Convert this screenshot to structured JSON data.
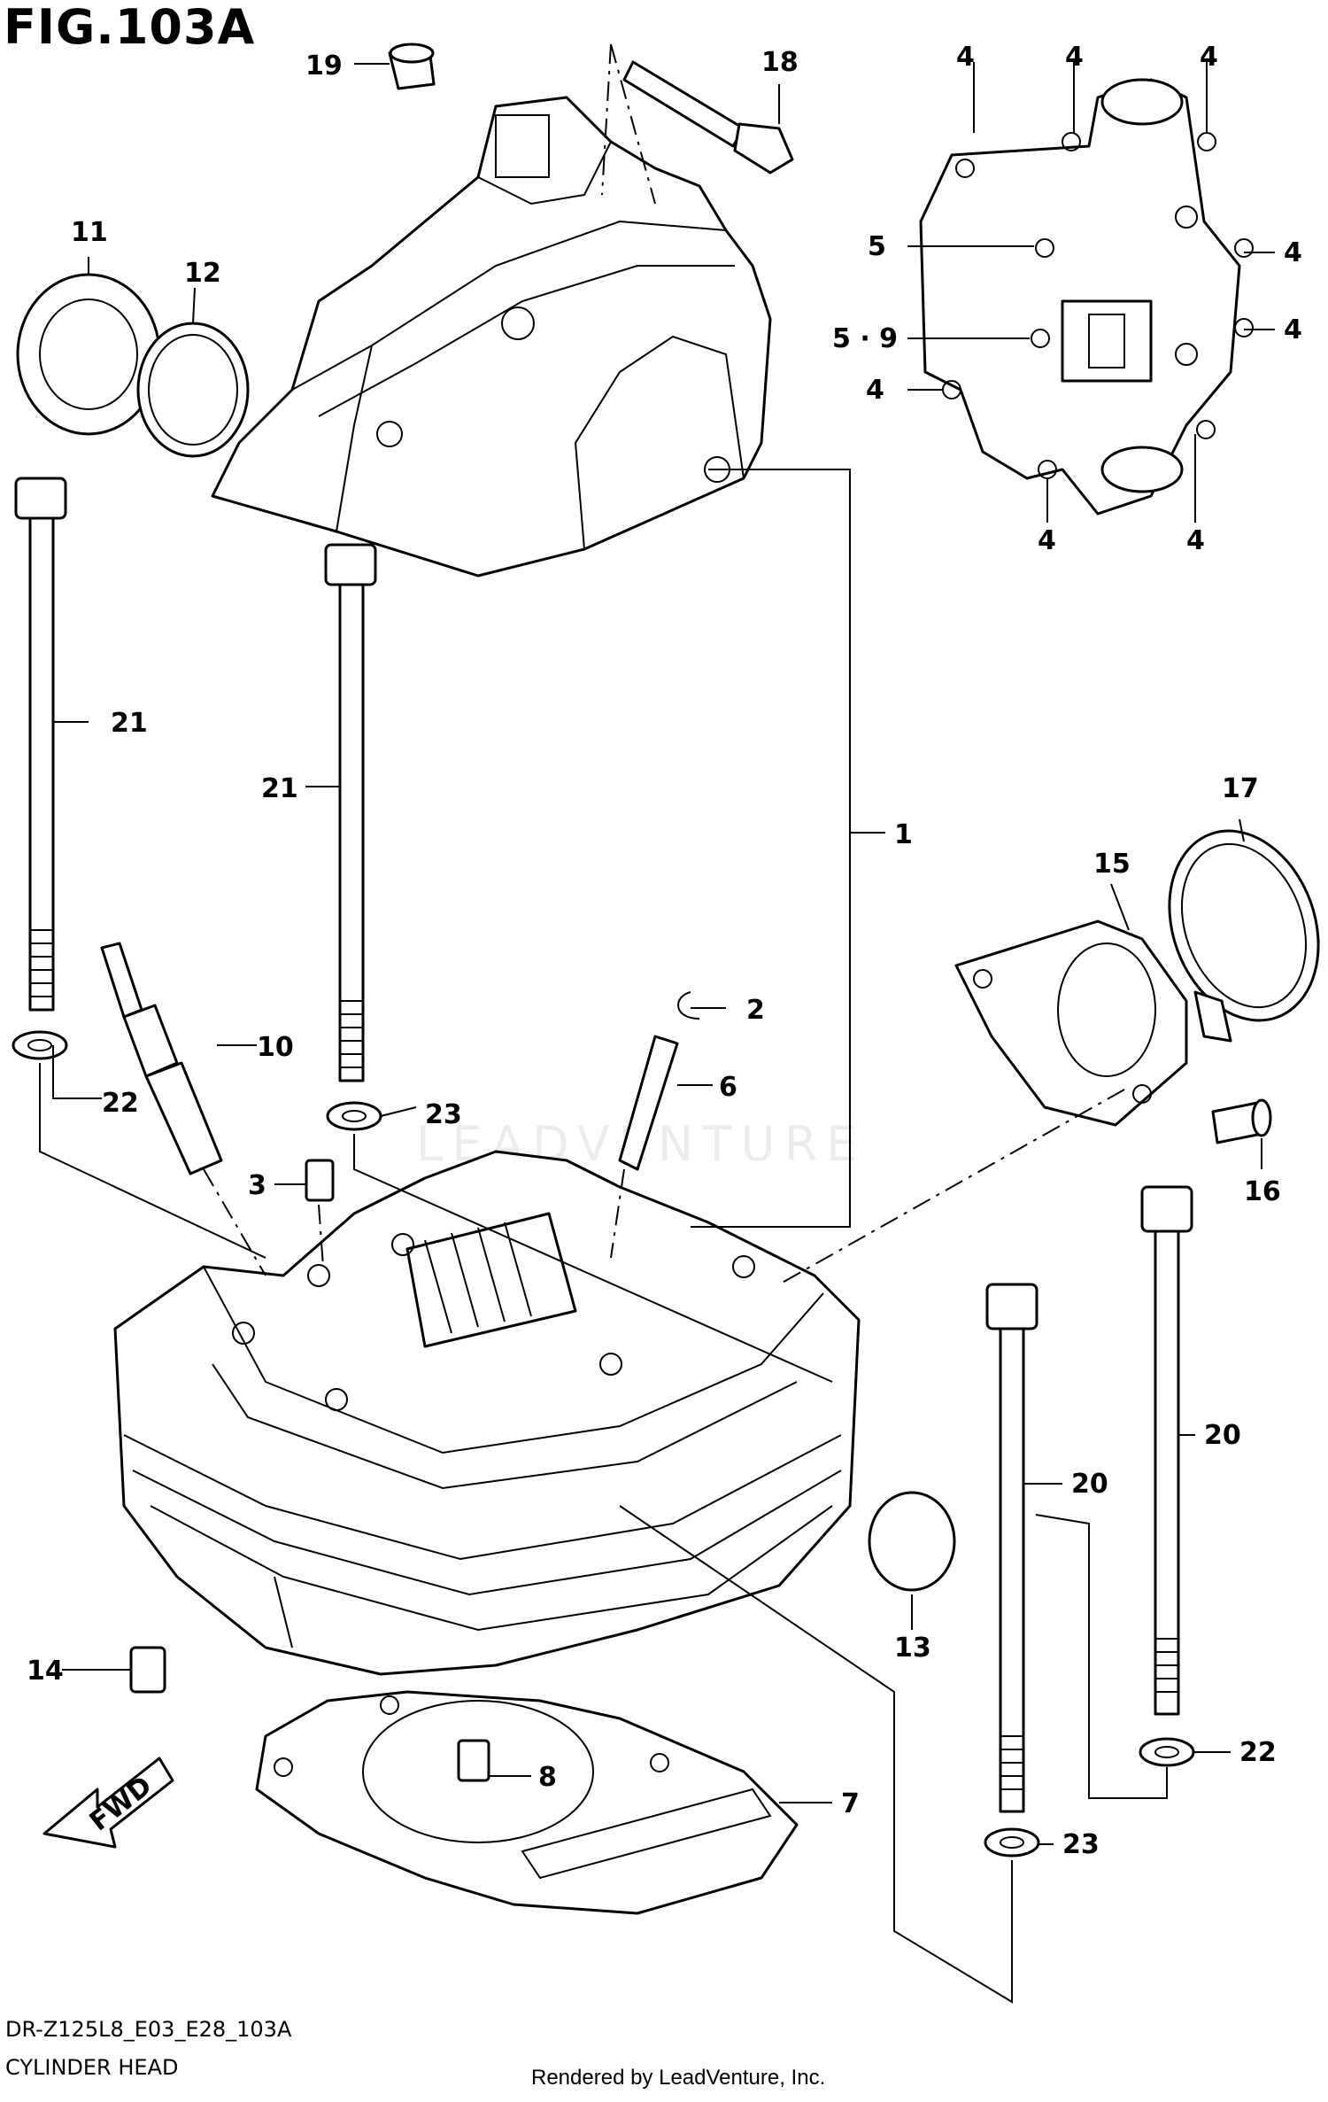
{
  "figure": {
    "title": "FIG.103A",
    "code": "DR-Z125L8_E03_E28_103A",
    "name": "CYLINDER HEAD",
    "credit": "Rendered by LeadVenture, Inc.",
    "watermark": "LEADVENTURE"
  },
  "callouts": {
    "c1": "1",
    "c2": "2",
    "c3": "3",
    "c4a": "4",
    "c4b": "4",
    "c4c": "4",
    "c4d": "4",
    "c4e": "4",
    "c4f": "4",
    "c4g": "4",
    "c4h": "4",
    "c5": "5",
    "c59": "5 · 9",
    "c6": "6",
    "c7": "7",
    "c8": "8",
    "c10": "10",
    "c11": "11",
    "c12": "12",
    "c13": "13",
    "c14": "14",
    "c15": "15",
    "c16": "16",
    "c17": "17",
    "c18": "18",
    "c19": "19",
    "c20a": "20",
    "c20b": "20",
    "c21a": "21",
    "c21b": "21",
    "c22a": "22",
    "c22b": "22",
    "c23a": "23",
    "c23b": "23"
  },
  "badge": {
    "fwd": "FWD"
  }
}
